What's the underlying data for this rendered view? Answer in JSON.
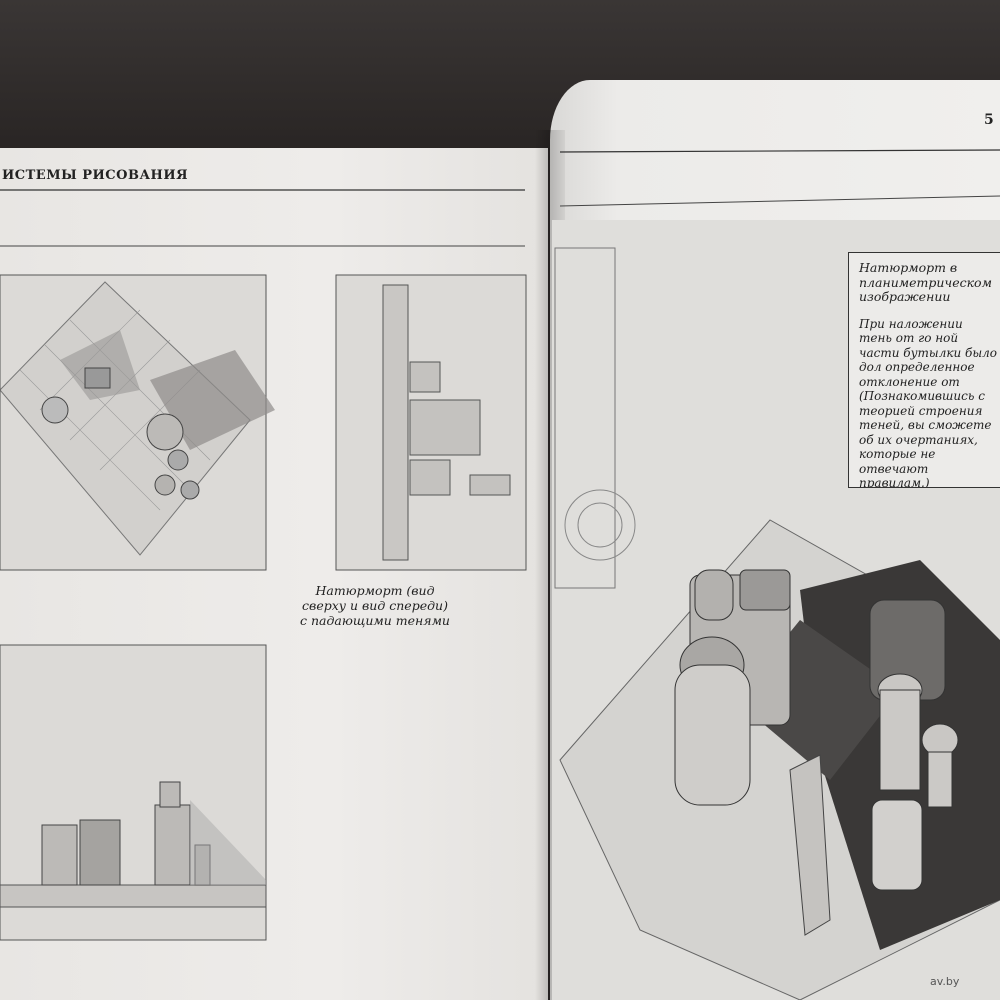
{
  "book": {
    "left_page": {
      "header": "ИСТЕМЫ РИСОВАНИЯ",
      "caption": "Натюрморт (вид сверху и вид спереди) с падающими тенями"
    },
    "right_page": {
      "page_number": "5",
      "note_title": "Натюрморт в планиметрическом изображении",
      "note_body": "При наложении тень от го ной части бутылки было дол определенное отклонение от (Познакомившись с теорией строения теней, вы сможете об их очертаниях, которые не отвечают правилам.)"
    }
  },
  "watermark": "av.by",
  "colors": {
    "paper": "#eeecea",
    "table": "#2b2827",
    "ink": "#222222"
  }
}
